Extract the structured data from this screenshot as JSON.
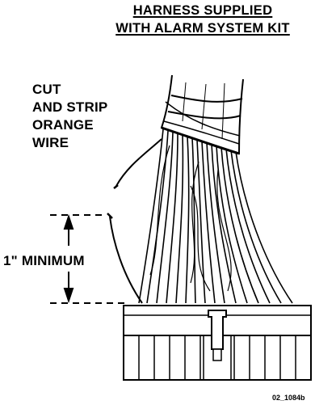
{
  "title": {
    "line1": "HARNESS SUPPLIED",
    "line2": "WITH ALARM SYSTEM KIT"
  },
  "callout": {
    "line1": "CUT",
    "line2": "AND STRIP",
    "line3": "ORANGE",
    "line4": "WIRE"
  },
  "dimension_label": "1\" MINIMUM",
  "figure_id": "02_1084b",
  "colors": {
    "ink": "#000000",
    "paper": "#ffffff"
  }
}
